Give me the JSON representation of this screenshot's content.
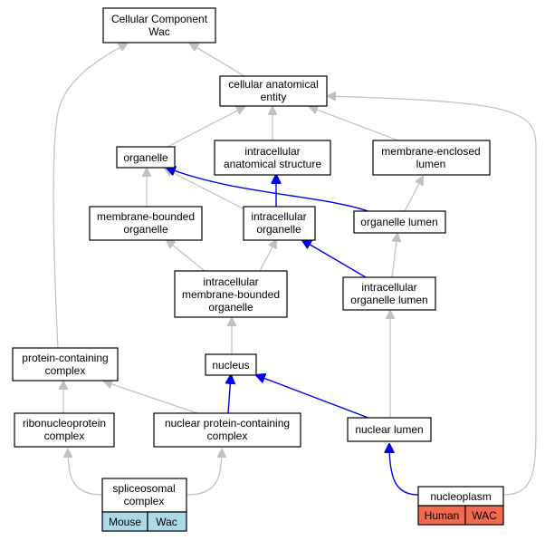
{
  "colors": {
    "is_a_edge": "#c0c0c0",
    "part_of_edge": "#0000ee",
    "mouse_badge": "#add8e6",
    "human_badge": "#f26a4f",
    "node_border": "#000000"
  },
  "nodes": {
    "cc_root": [
      "Cellular Component",
      "Wac"
    ],
    "anatomical_entity": [
      "cellular anatomical",
      "entity"
    ],
    "organelle": [
      "organelle"
    ],
    "intracellular_structure": [
      "intracellular",
      "anatomical structure"
    ],
    "membrane_enclosed_lumen": [
      "membrane-enclosed",
      "lumen"
    ],
    "membrane_bounded_organelle": [
      "membrane-bounded",
      "organelle"
    ],
    "intracellular_organelle": [
      "intracellular",
      "organelle"
    ],
    "organelle_lumen": [
      "organelle lumen"
    ],
    "intracellular_mb_organelle": [
      "intracellular",
      "membrane-bounded",
      "organelle"
    ],
    "intracellular_organelle_lumen": [
      "intracellular",
      "organelle lumen"
    ],
    "protein_containing_complex": [
      "protein-containing",
      "complex"
    ],
    "nucleus": [
      "nucleus"
    ],
    "ribonucleoprotein_complex": [
      "ribonucleoprotein",
      "complex"
    ],
    "nuclear_protein_complex": [
      "nuclear protein-containing",
      "complex"
    ],
    "nuclear_lumen": [
      "nuclear lumen"
    ],
    "spliceosomal_complex": [
      "spliceosomal",
      "complex"
    ],
    "nucleoplasm": [
      "nucleoplasm"
    ]
  },
  "badges": {
    "spliceosomal_complex": [
      "Mouse",
      "Wac"
    ],
    "nucleoplasm": [
      "Human",
      "WAC"
    ]
  }
}
